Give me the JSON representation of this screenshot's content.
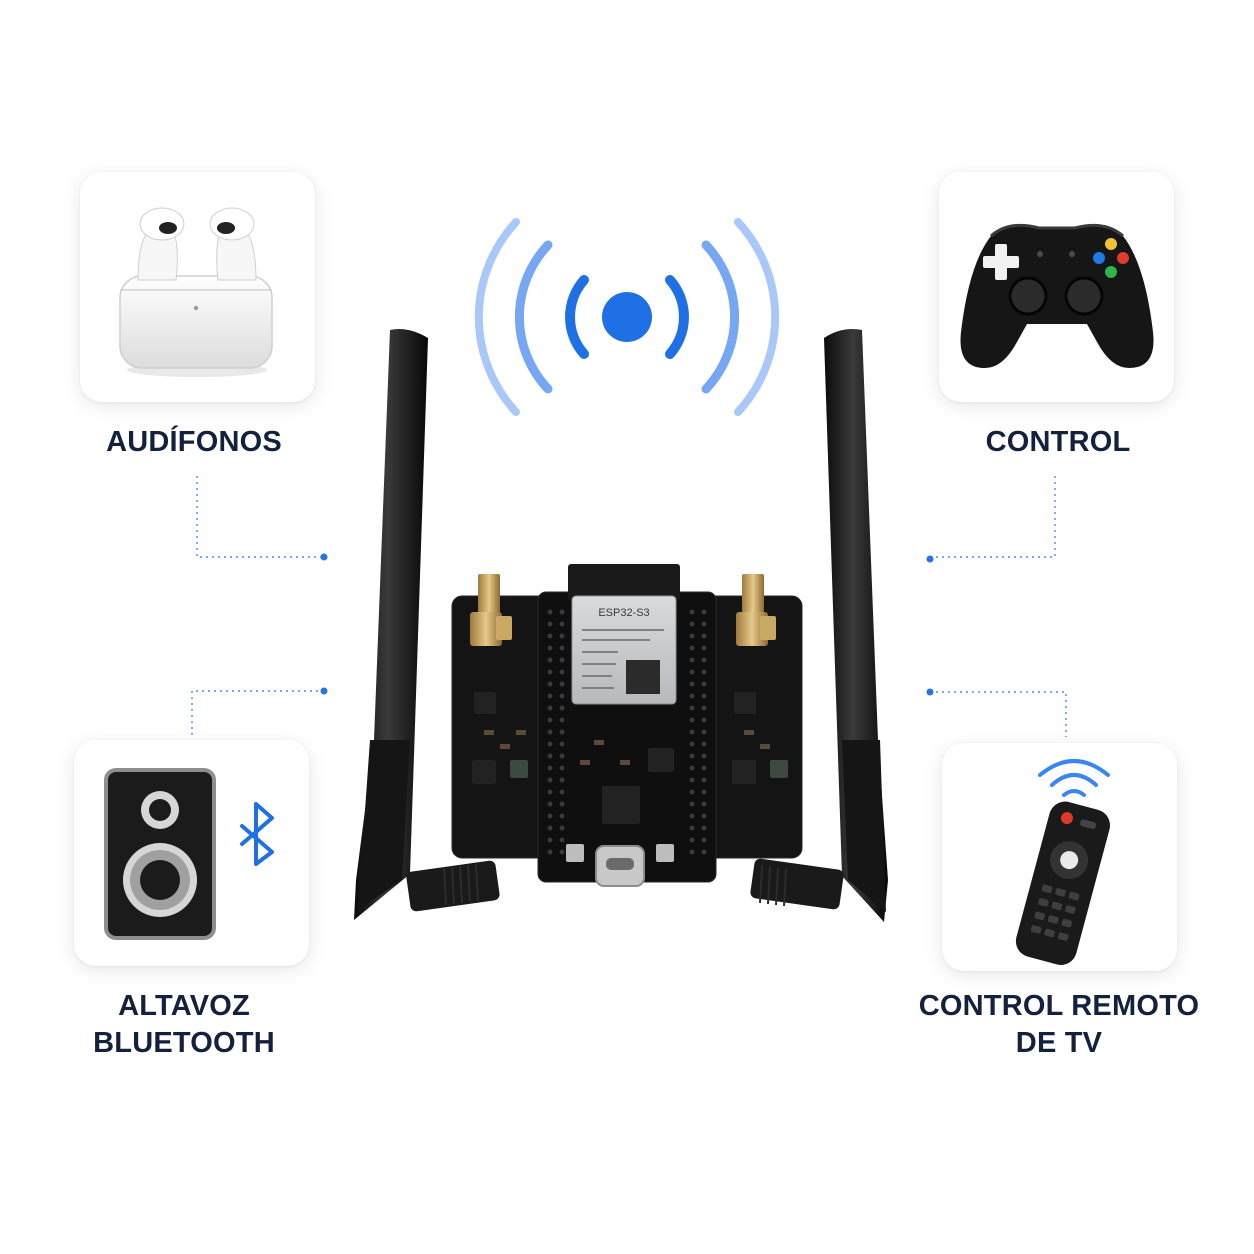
{
  "devices": {
    "earbuds": {
      "label": "AUDÍFONOS",
      "icon": "earbuds-case-icon"
    },
    "gamepad": {
      "label": "CONTROL",
      "icon": "gamepad-icon"
    },
    "speaker": {
      "label_line1": "ALTAVOZ",
      "label_line2": "BLUETOOTH",
      "icon": "bluetooth-speaker-icon"
    },
    "remote": {
      "label_line1": "CONTROL REMOTO",
      "label_line2": "DE TV",
      "icon": "tv-remote-icon"
    }
  },
  "center": {
    "board_icon": "esp32-dev-board-icon",
    "module_text": "ESP32-S3",
    "signal_icon": "wireless-signal-icon"
  },
  "colors": {
    "label": "#14213d",
    "accent_blue": "#1f6fe5",
    "wave_light": "#a9c7f7",
    "connector": "#4a8cf0",
    "board": "#131313"
  }
}
